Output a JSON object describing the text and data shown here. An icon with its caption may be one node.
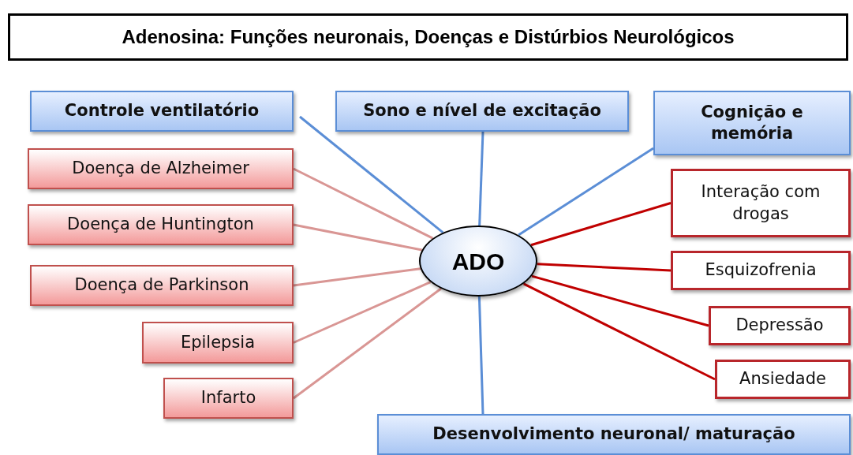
{
  "diagram": {
    "title": "Adenosina: Funções neuronais, Doenças e Distúrbios Neurológicos",
    "nodes": [
      {
        "text": [
          "Controle ventilatório"
        ]
      },
      {
        "text": [
          "Sono e nível de excitação"
        ]
      },
      {
        "text": [
          "Cognição e memória"
        ]
      },
      {
        "text": [
          "Doença de Alzheimer"
        ]
      },
      {
        "text": [
          "Interação com drogas"
        ]
      },
      {
        "text": [
          "Doença de Huntington"
        ]
      },
      {
        "text": [
          "ADO"
        ]
      },
      {
        "text": [
          "Esquizofrenia"
        ]
      },
      {
        "text": [
          "Doença de Parkinson"
        ]
      },
      {
        "text": [
          "Depressão"
        ]
      },
      {
        "text": [
          "Epilepsia"
        ]
      },
      {
        "text": [
          "Ansiedade"
        ]
      },
      {
        "text": [
          "Infarto"
        ]
      },
      {
        "text": [
          "Desenvolvimento neuronal/ maturação"
        ]
      }
    ],
    "edges": [
      {
        "from": 6,
        "to": 0,
        "arrow": "none",
        "color": "#5b8ed6"
      },
      {
        "from": 6,
        "to": 1,
        "arrow": "none",
        "color": "#5b8ed6"
      },
      {
        "from": 6,
        "to": 2,
        "arrow": "none",
        "color": "#5b8ed6"
      },
      {
        "from": 6,
        "to": 13,
        "arrow": "none",
        "color": "#5b8ed6"
      },
      {
        "from": 6,
        "to": 3,
        "arrow": "none"
      },
      {
        "from": 6,
        "to": 5,
        "arrow": "none"
      },
      {
        "from": 6,
        "to": 8,
        "arrow": "none"
      },
      {
        "from": 6,
        "to": 10,
        "arrow": "none"
      },
      {
        "from": 6,
        "to": 12,
        "arrow": "none"
      },
      {
        "from": 6,
        "to": 4,
        "arrow": "none",
        "color": "#c00000"
      },
      {
        "from": 6,
        "to": 7,
        "arrow": "none",
        "color": "#c00000"
      },
      {
        "from": 6,
        "to": 9,
        "arrow": "none",
        "color": "#c00000"
      },
      {
        "from": 6,
        "to": 11,
        "arrow": "none",
        "color": "#c00000"
      }
    ]
  }
}
